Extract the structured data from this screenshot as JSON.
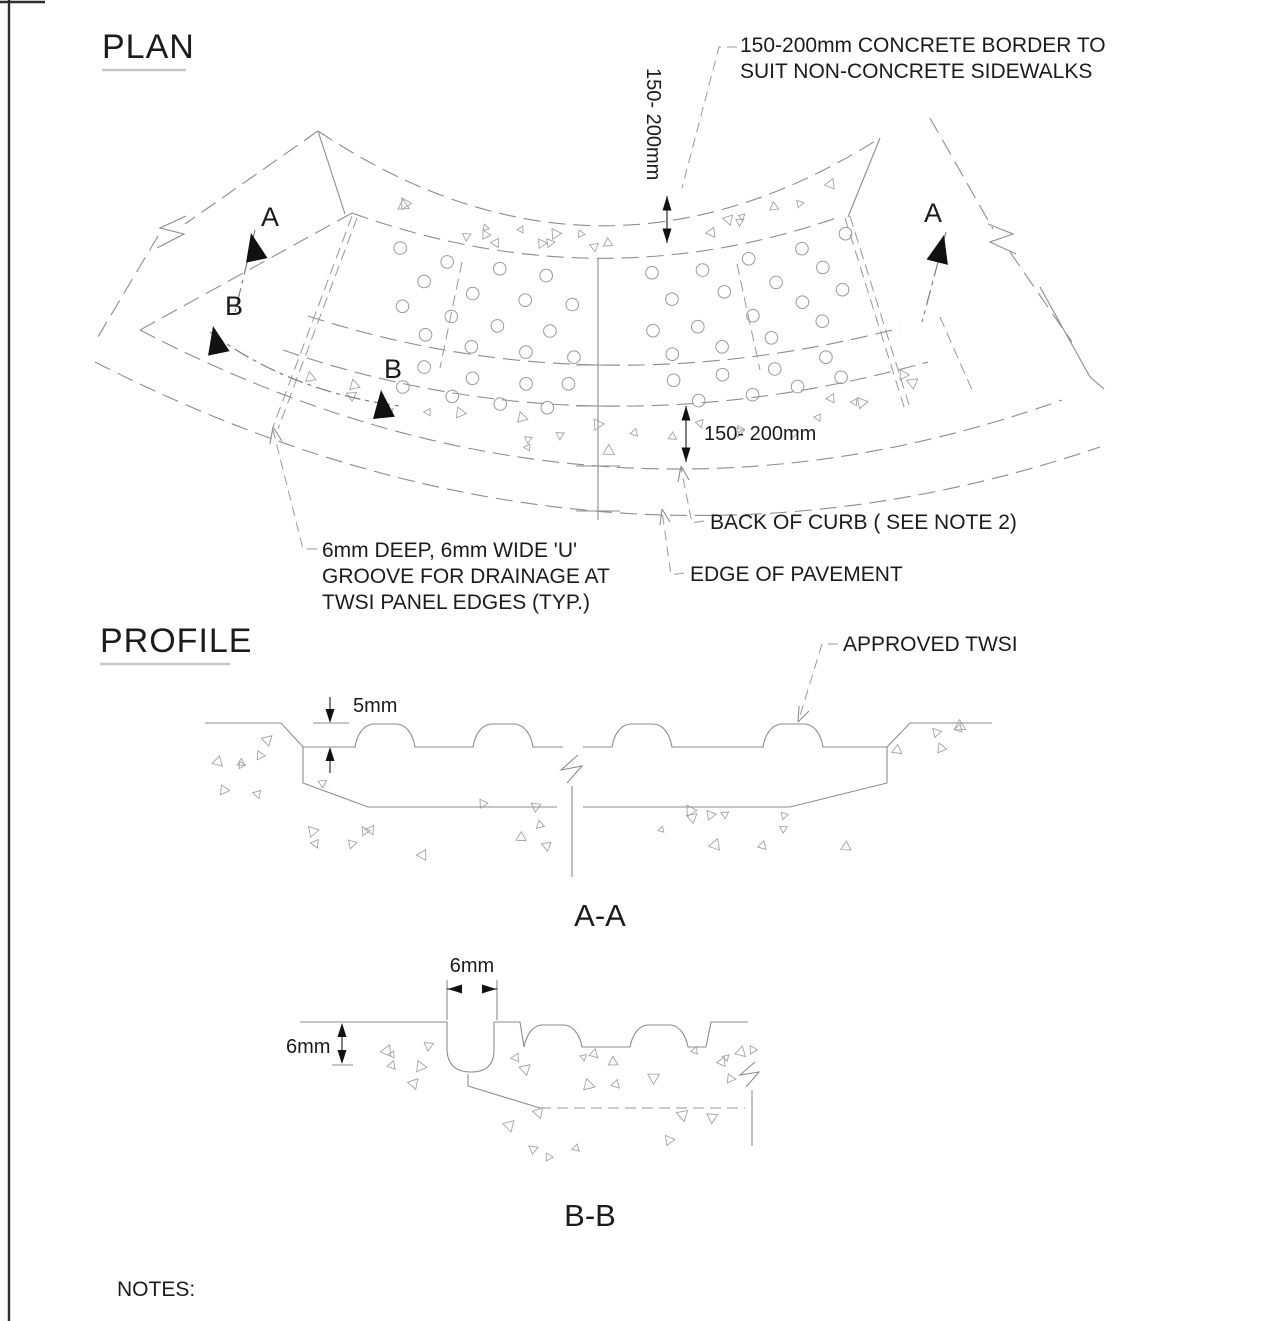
{
  "colors": {
    "background": "#ffffff",
    "line": "#8d8d8d",
    "text": "#1b1b1b",
    "arrow": "#111111"
  },
  "plan": {
    "title": "PLAN",
    "border_note_line1": "150-200mm CONCRETE BORDER TO",
    "border_note_line2": "SUIT NON-CONCRETE SIDEWALKS",
    "dim_border_vertical": "150- 200mm",
    "dim_curb_offset": "150- 200mm",
    "back_of_curb_label": "BACK OF CURB ( SEE NOTE 2)",
    "edge_of_pavement_label": "EDGE OF PAVEMENT",
    "groove_note_line1": "6mm DEEP, 6mm WIDE 'U'",
    "groove_note_line2": "GROOVE FOR DRAINAGE AT",
    "groove_note_line3": "TWSI PANEL EDGES (TYP.)",
    "section_marker_a": "A",
    "section_marker_b": "B"
  },
  "profile": {
    "title": "PROFILE",
    "approved_twsi_label": "APPROVED TWSI",
    "dim_dome_height": "5mm",
    "section_aa_label": "A-A",
    "dim_groove_width": "6mm",
    "dim_groove_depth": "6mm",
    "section_bb_label": "B-B"
  },
  "notes": {
    "label": "NOTES:"
  }
}
